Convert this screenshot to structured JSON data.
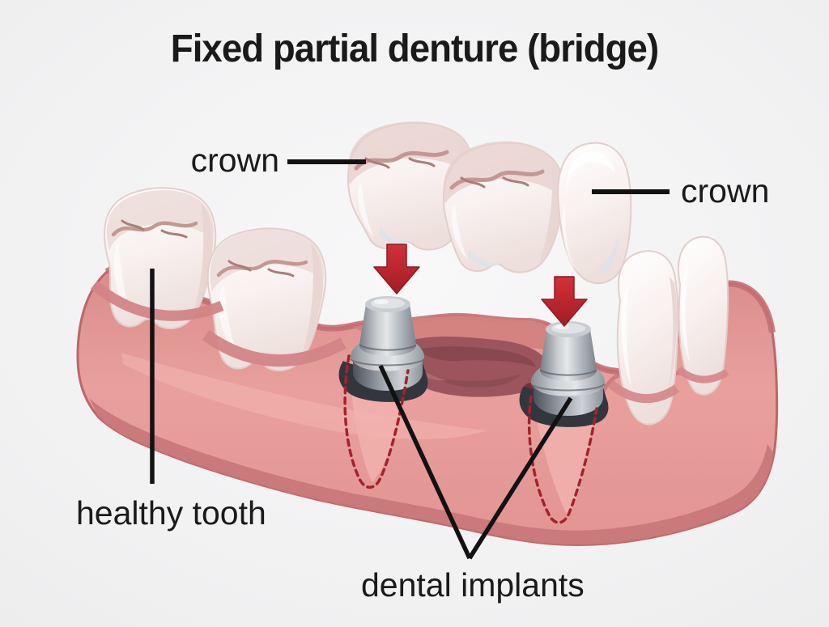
{
  "title": "Fixed partial denture (bridge)",
  "labels": {
    "crown_left": "crown",
    "crown_right": "crown",
    "healthy_tooth": "healthy tooth",
    "dental_implants": "dental implants"
  },
  "icons": {
    "arrow_left": "red-down-arrow",
    "arrow_right": "red-down-arrow"
  },
  "colors": {
    "background": "#f1f1f2",
    "gum": "#e59896",
    "gum_dark": "#c87879",
    "gum_rim": "#c46f73",
    "recess": "#9c555d",
    "tooth": "#f8f3f1",
    "arrow_red": "#c1272d",
    "root_dashed": "#a2242b",
    "line_black": "#121212",
    "text": "#1a1a1a"
  }
}
